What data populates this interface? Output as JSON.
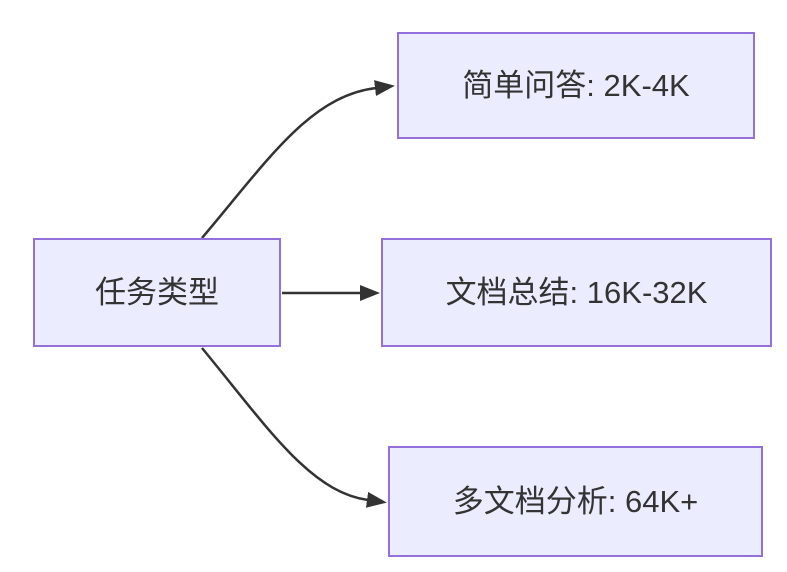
{
  "diagram": {
    "type": "flowchart-lr",
    "colors": {
      "background": "#FFFFFF",
      "node_fill": "#ECECFF",
      "node_border": "#9370DB",
      "edge": "#333333",
      "text": "#333333"
    },
    "root": {
      "label": "任务类型"
    },
    "branches": [
      {
        "label": "简单问答: 2K-4K"
      },
      {
        "label": "文档总结: 16K-32K"
      },
      {
        "label": "多文档分析: 64K+"
      }
    ],
    "edges": [
      {
        "from": "任务类型",
        "to": "简单问答: 2K-4K"
      },
      {
        "from": "任务类型",
        "to": "文档总结: 16K-32K"
      },
      {
        "from": "任务类型",
        "to": "多文档分析: 64K+"
      }
    ]
  }
}
